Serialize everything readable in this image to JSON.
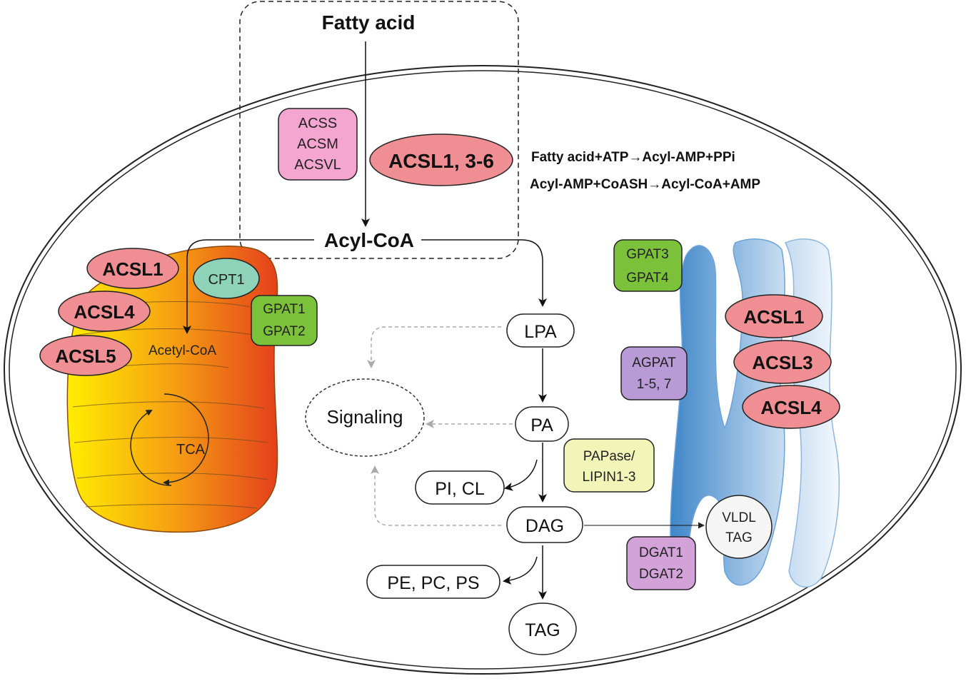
{
  "top": {
    "fatty_acid": "Fatty acid",
    "acyl_coa": "Acyl-CoA"
  },
  "enzymes_top": {
    "acs_family": [
      "ACSS",
      "ACSM",
      "ACSVL"
    ],
    "acsl_main": "ACSL1, 3-6"
  },
  "reactions": [
    "Fatty acid+ATP→Acyl-AMP+PPi",
    "Acyl-AMP+CoASH→Acyl-CoA+AMP"
  ],
  "mitochondrion": {
    "acsl": [
      "ACSL1",
      "ACSL4",
      "ACSL5"
    ],
    "cpt1": "CPT1",
    "gpat": [
      "GPAT1",
      "GPAT2"
    ],
    "acetyl_coa": "Acetyl-CoA",
    "tca": "TCA"
  },
  "pathway": {
    "lpa": "LPA",
    "pa": "PA",
    "dag": "DAG",
    "tag": "TAG",
    "pi_cl": "PI, CL",
    "pe_pc_ps": "PE, PC, PS",
    "signaling": "Signaling",
    "papase": [
      "PAPase/",
      "LIPIN1-3"
    ]
  },
  "er": {
    "gpat": [
      "GPAT3",
      "GPAT4"
    ],
    "agpat": [
      "AGPAT",
      "1-5, 7"
    ],
    "dgat": [
      "DGAT1",
      "DGAT2"
    ],
    "acsl": [
      "ACSL1",
      "ACSL3",
      "ACSL4"
    ],
    "vldl": [
      "VLDL",
      "TAG"
    ]
  },
  "colors": {
    "acsl_pink": "#ef8f93",
    "acs_pink": "#f4a6d0",
    "cpt1_teal": "#8ed3b9",
    "gpat_green": "#7cc13a",
    "agpat_purple": "#b79ad6",
    "papase_yellow": "#f2f5b8",
    "er_blue": "#4f93d1",
    "mito_yellow": "#ffe600",
    "mito_red": "#e8431f"
  }
}
